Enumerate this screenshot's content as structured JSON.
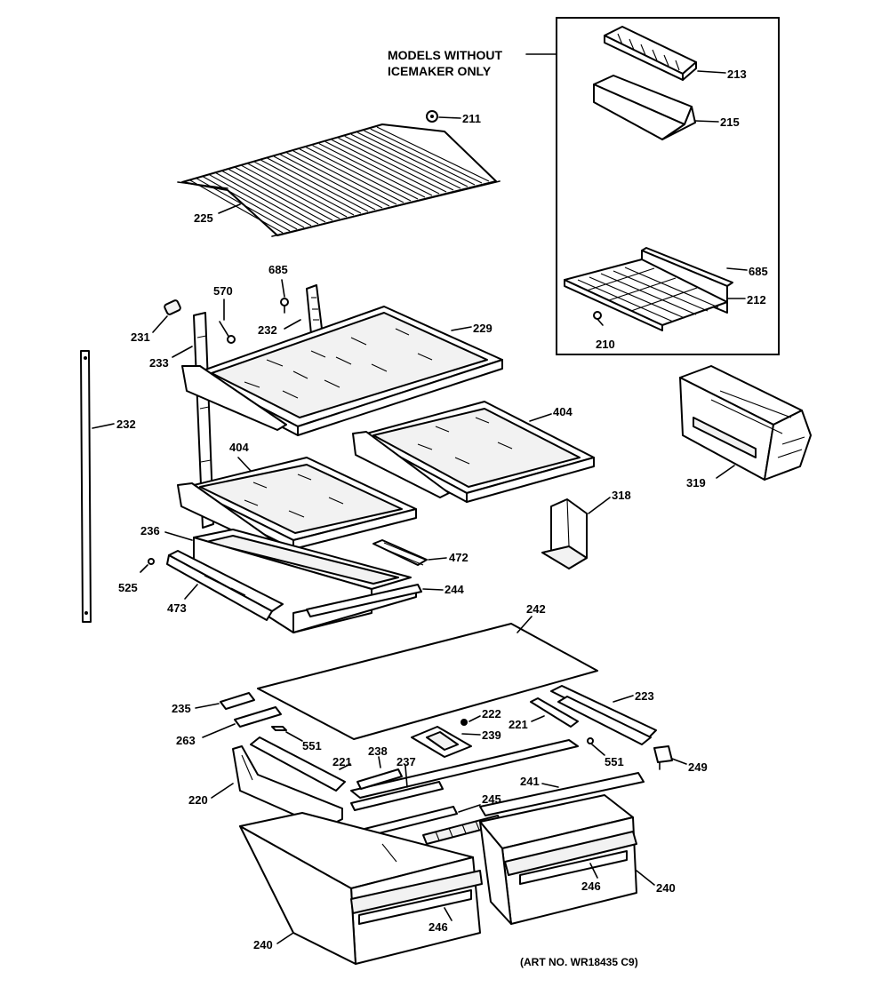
{
  "diagram": {
    "inset_title_lines": [
      "MODELS WITHOUT",
      "ICEMAKER ONLY"
    ],
    "art_number": "(ART NO. WR18435 C9)"
  },
  "callouts": [
    {
      "id": "c211",
      "text": "211"
    },
    {
      "id": "c213",
      "text": "213"
    },
    {
      "id": "c215",
      "text": "215"
    },
    {
      "id": "c225",
      "text": "225"
    },
    {
      "id": "c685a",
      "text": "685"
    },
    {
      "id": "c570",
      "text": "570"
    },
    {
      "id": "c232a",
      "text": "232"
    },
    {
      "id": "c229",
      "text": "229"
    },
    {
      "id": "c231",
      "text": "231"
    },
    {
      "id": "c233",
      "text": "233"
    },
    {
      "id": "c232b",
      "text": "232"
    },
    {
      "id": "c685b",
      "text": "685"
    },
    {
      "id": "c212",
      "text": "212"
    },
    {
      "id": "c210",
      "text": "210"
    },
    {
      "id": "c319",
      "text": "319"
    },
    {
      "id": "c404a",
      "text": "404"
    },
    {
      "id": "c404b",
      "text": "404"
    },
    {
      "id": "c318",
      "text": "318"
    },
    {
      "id": "c236",
      "text": "236"
    },
    {
      "id": "c472",
      "text": "472"
    },
    {
      "id": "c525",
      "text": "525"
    },
    {
      "id": "c473",
      "text": "473"
    },
    {
      "id": "c244",
      "text": "244"
    },
    {
      "id": "c242",
      "text": "242"
    },
    {
      "id": "c235",
      "text": "235"
    },
    {
      "id": "c223",
      "text": "223"
    },
    {
      "id": "c222",
      "text": "222"
    },
    {
      "id": "c221a",
      "text": "221"
    },
    {
      "id": "c263",
      "text": "263"
    },
    {
      "id": "c239",
      "text": "239"
    },
    {
      "id": "c551a",
      "text": "551"
    },
    {
      "id": "c551b",
      "text": "551"
    },
    {
      "id": "c249",
      "text": "249"
    },
    {
      "id": "c238",
      "text": "238"
    },
    {
      "id": "c237",
      "text": "237"
    },
    {
      "id": "c221b",
      "text": "221"
    },
    {
      "id": "c220",
      "text": "220"
    },
    {
      "id": "c241",
      "text": "241"
    },
    {
      "id": "c245",
      "text": "245"
    },
    {
      "id": "c246a",
      "text": "246"
    },
    {
      "id": "c240a",
      "text": "240"
    },
    {
      "id": "c246b",
      "text": "246"
    },
    {
      "id": "c240b",
      "text": "240"
    }
  ]
}
